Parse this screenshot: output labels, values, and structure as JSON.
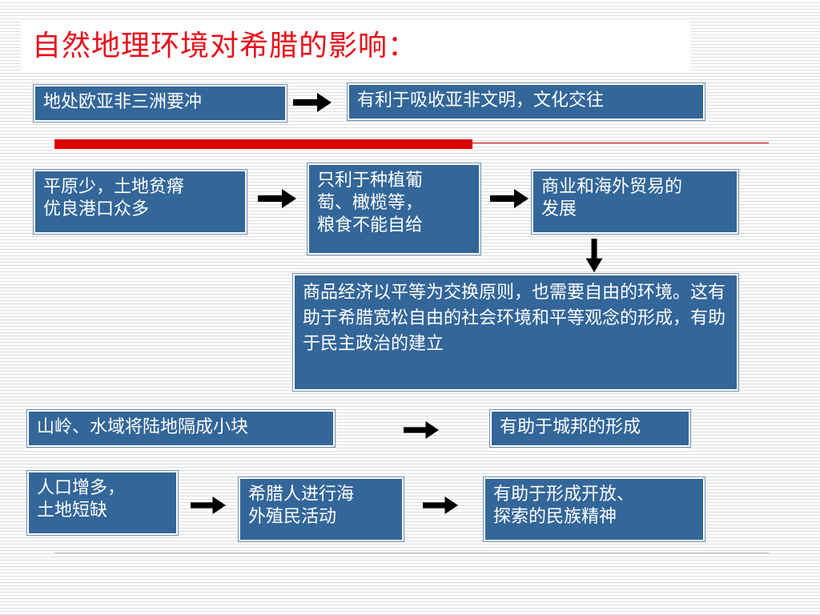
{
  "slide": {
    "title": "自然地理环境对希腊的影响："
  },
  "boxes": {
    "location": "地处欧亚非三洲要冲",
    "absorb_civilization": "有利于吸收亚非文明，文化交往",
    "plains": "平原少，土地贫瘠\n优良港口众多",
    "grapes_olives": "只利于种植葡\n萄、橄榄等，\n粮食不能自给",
    "trade": "商业和海外贸易的\n发展",
    "commodity_economy": "商品经济以平等为交换原则，也需要自由的环境。这有助于希腊宽松自由的社会环境和平等观念的形成，有助于民主政治的建立",
    "mountains": "山岭、水域将陆地隔成小块",
    "city_state": "有助于城邦的形成",
    "population": "人口增多，\n土地短缺",
    "colonization": "希腊人进行海\n外殖民活动",
    "open_spirit": "有助于形成开放、\n探索的民族精神"
  }
}
